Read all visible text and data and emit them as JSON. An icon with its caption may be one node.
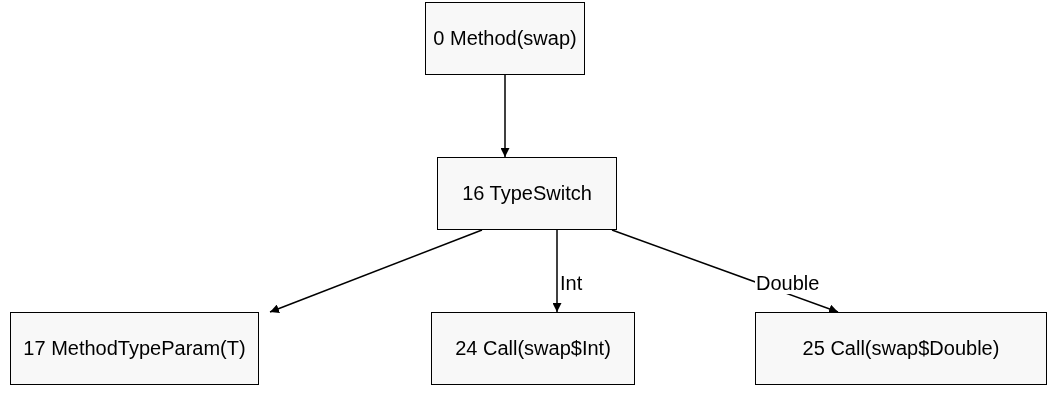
{
  "diagram": {
    "nodes": [
      {
        "text": [
          "0 Method(swap)"
        ]
      },
      {
        "text": [
          "16 TypeSwitch"
        ]
      },
      {
        "text": [
          "17 MethodTypeParam(T)"
        ]
      },
      {
        "text": [
          "24 Call(swap$Int)"
        ]
      },
      {
        "text": [
          "25 Call(swap$Double)"
        ]
      }
    ],
    "edges": [
      {
        "from": 0,
        "to": 1,
        "arrow": "to"
      },
      {
        "from": 1,
        "to": 2,
        "arrow": "to"
      },
      {
        "from": 1,
        "to": 3,
        "arrow": "to",
        "label": "Int"
      },
      {
        "from": 1,
        "to": 4,
        "arrow": "to",
        "label": "Double"
      }
    ]
  }
}
